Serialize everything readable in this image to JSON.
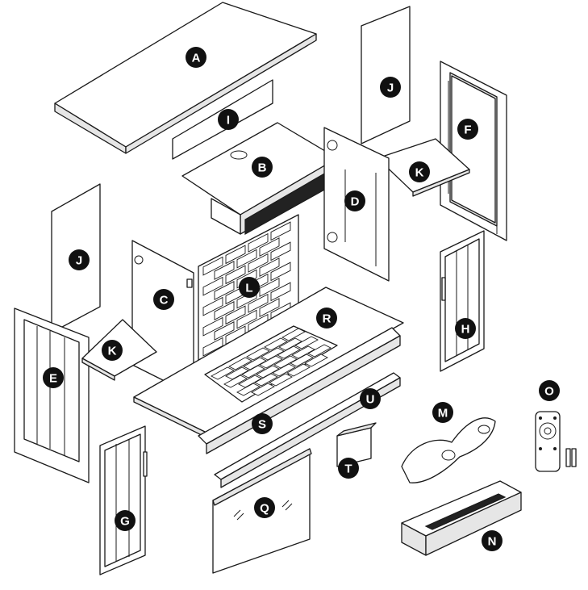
{
  "parts": [
    {
      "id": "A",
      "letter": "A"
    },
    {
      "id": "B",
      "letter": "B"
    },
    {
      "id": "C",
      "letter": "C"
    },
    {
      "id": "D",
      "letter": "D"
    },
    {
      "id": "E",
      "letter": "E"
    },
    {
      "id": "F",
      "letter": "F"
    },
    {
      "id": "G",
      "letter": "G"
    },
    {
      "id": "H",
      "letter": "H"
    },
    {
      "id": "I",
      "letter": "I"
    },
    {
      "id": "J_left",
      "letter": "J"
    },
    {
      "id": "J_right",
      "letter": "J"
    },
    {
      "id": "K_left",
      "letter": "K"
    },
    {
      "id": "K_right",
      "letter": "K"
    },
    {
      "id": "L",
      "letter": "L"
    },
    {
      "id": "M",
      "letter": "M"
    },
    {
      "id": "N",
      "letter": "N"
    },
    {
      "id": "O",
      "letter": "O"
    },
    {
      "id": "Q",
      "letter": "Q"
    },
    {
      "id": "R",
      "letter": "R"
    },
    {
      "id": "S",
      "letter": "S"
    },
    {
      "id": "T",
      "letter": "T"
    },
    {
      "id": "U",
      "letter": "U"
    }
  ],
  "colors": {
    "badge": "#111111",
    "badge_text": "#ffffff",
    "line": "#1a1a1a"
  }
}
